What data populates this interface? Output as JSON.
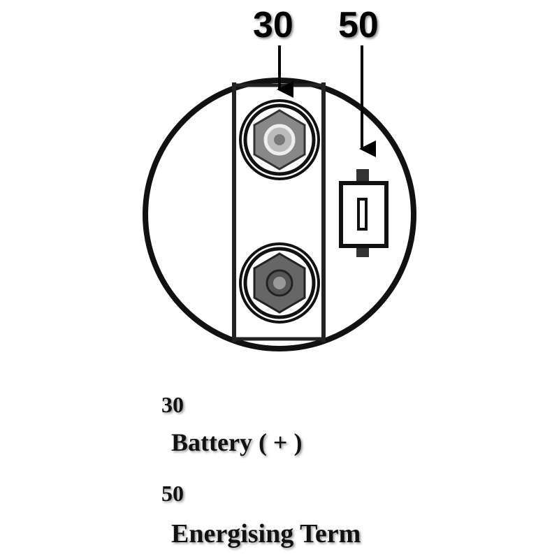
{
  "diagram": {
    "terminal_labels": {
      "top_left": "30",
      "top_right": "50"
    },
    "legend": [
      {
        "code": "30",
        "description": "Battery ( + )"
      },
      {
        "code": "50",
        "description": "Energising Term"
      }
    ]
  }
}
